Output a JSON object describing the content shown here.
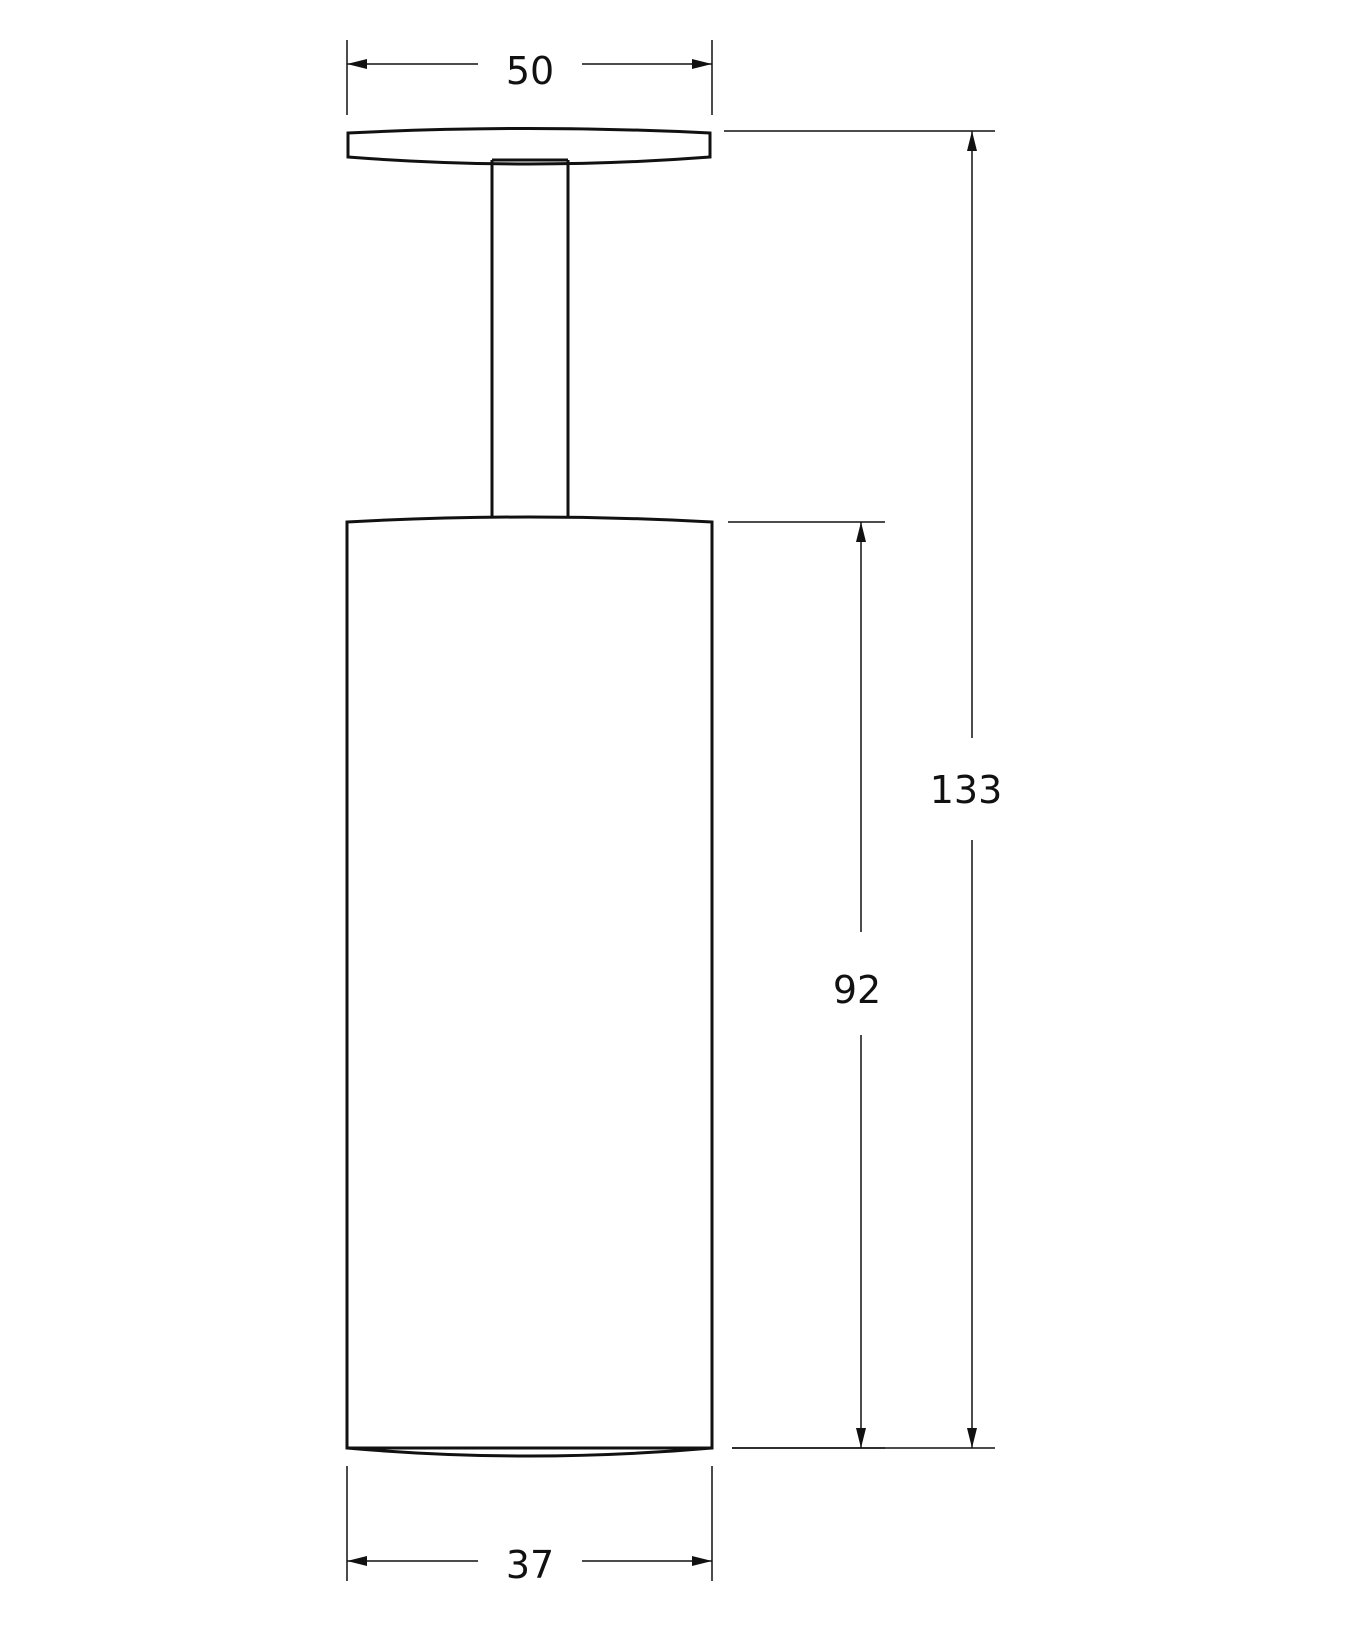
{
  "dimensions": {
    "top_width": "50",
    "overall_height": "133",
    "body_height": "92",
    "bottom_width": "37"
  },
  "colors": {
    "line": "#111111",
    "background": "#ffffff"
  }
}
